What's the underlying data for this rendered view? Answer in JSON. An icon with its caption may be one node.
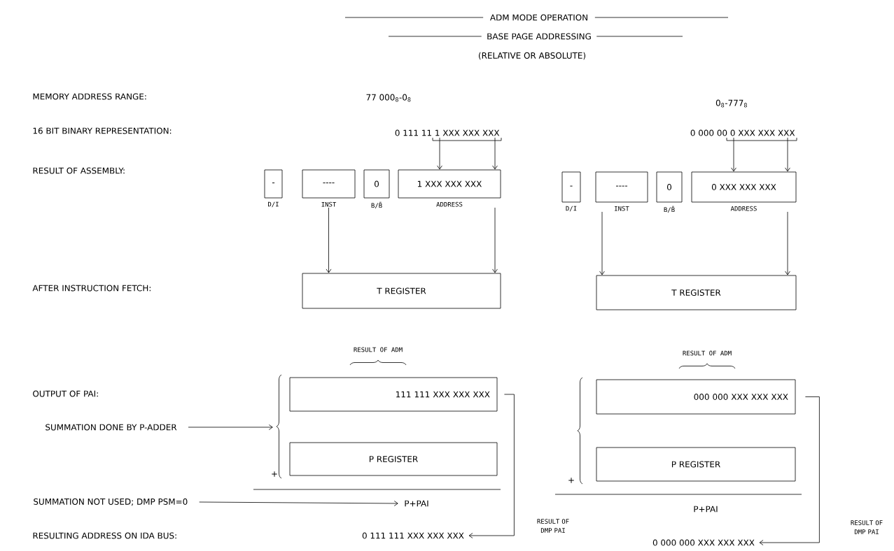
{
  "diagram": {
    "title": "ADM MODE OPERATION",
    "nodes": [
      {
        "text": [
          "0 111 11 1 XXX XXX XXX"
        ]
      },
      {
        "text": [
          "-"
        ],
        "beside": [
          "D/I"
        ]
      },
      {
        "text": [
          "----"
        ],
        "beside": [
          "INST"
        ]
      },
      {
        "text": [
          "0"
        ],
        "beside": [
          "B/B̄"
        ]
      },
      {
        "text": [
          "1 XXX XXX XXX"
        ],
        "beside": [
          "ADDRESS"
        ]
      },
      {
        "text": [
          "T REGISTER"
        ]
      },
      {
        "text": [
          "111 111 XXX XXX XXX"
        ],
        "beside": [
          "RESULT OF ADM"
        ]
      },
      {
        "text": [
          "P REGISTER"
        ]
      },
      {
        "text": [
          "P+PAI"
        ]
      },
      {
        "text": [
          "0 111 111 XXX XXX XXX"
        ]
      },
      {
        "text": [
          "0 000 00 0 XXX XXX XXX"
        ]
      },
      {
        "text": [
          "-"
        ],
        "beside": [
          "D/I"
        ]
      },
      {
        "text": [
          "----"
        ],
        "beside": [
          "INST"
        ]
      },
      {
        "text": [
          "0"
        ],
        "beside": [
          "B/B̄"
        ]
      },
      {
        "text": [
          "0 XXX XXX XXX"
        ],
        "beside": [
          "ADDRESS"
        ]
      },
      {
        "text": [
          "T REGISTER"
        ]
      },
      {
        "text": [
          "000 000 XXX XXX XXX"
        ],
        "beside": [
          "RESULT OF ADM"
        ]
      },
      {
        "text": [
          "P REGISTER"
        ]
      },
      {
        "text": [
          "P+PAI"
        ]
      },
      {
        "text": [
          "0 000 000 XXX XXX XXX"
        ]
      },
      {
        "text": [
          "SUMMATION DONE BY P-ADDER"
        ]
      },
      {
        "text": [
          "SUMMATION NOT USED; DMP PSM=0"
        ]
      }
    ],
    "edges": [
      {
        "from": 0,
        "to": 4,
        "arrow": "to"
      },
      {
        "from": 0,
        "to": 4,
        "arrow": "to"
      },
      {
        "from": 2,
        "to": 5,
        "arrow": "to"
      },
      {
        "from": 4,
        "to": 5,
        "arrow": "to"
      },
      {
        "from": 20,
        "to": null,
        "arrow": "to"
      },
      {
        "from": 21,
        "to": 8,
        "arrow": "to"
      },
      {
        "from": 6,
        "to": 9,
        "arrow": "to",
        "label": "RESULT OF DMP PAI"
      },
      {
        "from": 10,
        "to": 14,
        "arrow": "to"
      },
      {
        "from": 10,
        "to": 14,
        "arrow": "to"
      },
      {
        "from": 12,
        "to": 15,
        "arrow": "to"
      },
      {
        "from": 14,
        "to": 15,
        "arrow": "to"
      },
      {
        "from": 16,
        "to": 19,
        "arrow": "to",
        "label": "RESULT OF DMP PAI"
      }
    ],
    "labels": [
      "BASE PAGE ADDRESSING",
      "(RELATIVE OR ABSOLUTE)",
      "MEMORY ADDRESS RANGE:",
      "77 000$_{8}$-0$_{8}$",
      "0$_{8}$-777$_{8}$",
      "16 BIT BINARY REPRESENTATION:",
      "RESULT OF ASSEMBLY:",
      "AFTER INSTRUCTION FETCH:",
      "OUTPUT OF PAI:",
      "+",
      "+",
      "RESULTING ADDRESS ON IDA BUS:"
    ]
  }
}
